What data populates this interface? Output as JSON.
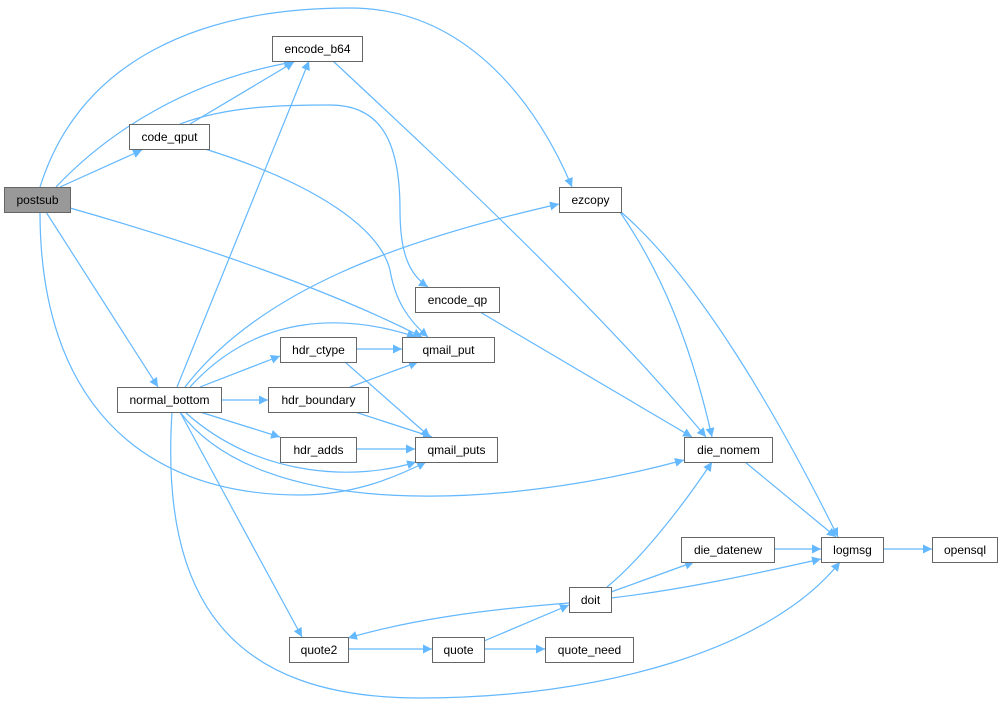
{
  "nodes": [
    {
      "id": "postsub",
      "label": "postsub",
      "root": true
    },
    {
      "id": "code_qput",
      "label": "code_qput"
    },
    {
      "id": "encode_b64",
      "label": "encode_b64"
    },
    {
      "id": "ezcopy",
      "label": "ezcopy"
    },
    {
      "id": "encode_qp",
      "label": "encode_qp"
    },
    {
      "id": "qmail_put",
      "label": "qmail_put"
    },
    {
      "id": "normal_bottom",
      "label": "normal_bottom"
    },
    {
      "id": "hdr_ctype",
      "label": "hdr_ctype"
    },
    {
      "id": "hdr_boundary",
      "label": "hdr_boundary"
    },
    {
      "id": "hdr_adds",
      "label": "hdr_adds"
    },
    {
      "id": "qmail_puts",
      "label": "qmail_puts"
    },
    {
      "id": "die_nomem",
      "label": "die_nomem"
    },
    {
      "id": "die_datenew",
      "label": "die_datenew"
    },
    {
      "id": "logmsg",
      "label": "logmsg"
    },
    {
      "id": "opensql",
      "label": "opensql"
    },
    {
      "id": "doit",
      "label": "doit"
    },
    {
      "id": "quote2",
      "label": "quote2"
    },
    {
      "id": "quote",
      "label": "quote"
    },
    {
      "id": "quote_need",
      "label": "quote_need"
    }
  ],
  "edges": [
    {
      "from": "postsub",
      "to": "encode_b64"
    },
    {
      "from": "postsub",
      "to": "ezcopy"
    },
    {
      "from": "postsub",
      "to": "code_qput"
    },
    {
      "from": "postsub",
      "to": "qmail_put"
    },
    {
      "from": "postsub",
      "to": "normal_bottom"
    },
    {
      "from": "postsub",
      "to": "qmail_puts"
    },
    {
      "from": "code_qput",
      "to": "encode_b64"
    },
    {
      "from": "code_qput",
      "to": "encode_qp"
    },
    {
      "from": "code_qput",
      "to": "qmail_put"
    },
    {
      "from": "encode_b64",
      "to": "die_nomem"
    },
    {
      "from": "ezcopy",
      "to": "die_nomem"
    },
    {
      "from": "ezcopy",
      "to": "logmsg"
    },
    {
      "from": "encode_qp",
      "to": "die_nomem"
    },
    {
      "from": "normal_bottom",
      "to": "encode_b64"
    },
    {
      "from": "normal_bottom",
      "to": "ezcopy"
    },
    {
      "from": "normal_bottom",
      "to": "qmail_put"
    },
    {
      "from": "normal_bottom",
      "to": "hdr_ctype"
    },
    {
      "from": "normal_bottom",
      "to": "hdr_boundary"
    },
    {
      "from": "normal_bottom",
      "to": "hdr_adds"
    },
    {
      "from": "normal_bottom",
      "to": "qmail_puts"
    },
    {
      "from": "normal_bottom",
      "to": "die_nomem"
    },
    {
      "from": "normal_bottom",
      "to": "quote2"
    },
    {
      "from": "normal_bottom",
      "to": "logmsg"
    },
    {
      "from": "hdr_ctype",
      "to": "qmail_put"
    },
    {
      "from": "hdr_ctype",
      "to": "qmail_puts"
    },
    {
      "from": "hdr_boundary",
      "to": "qmail_put"
    },
    {
      "from": "hdr_boundary",
      "to": "qmail_puts"
    },
    {
      "from": "hdr_adds",
      "to": "qmail_puts"
    },
    {
      "from": "die_nomem",
      "to": "logmsg"
    },
    {
      "from": "die_datenew",
      "to": "logmsg"
    },
    {
      "from": "logmsg",
      "to": "opensql"
    },
    {
      "from": "doit",
      "to": "die_nomem"
    },
    {
      "from": "doit",
      "to": "die_datenew"
    },
    {
      "from": "doit",
      "to": "logmsg"
    },
    {
      "from": "doit",
      "to": "quote2"
    },
    {
      "from": "quote2",
      "to": "quote"
    },
    {
      "from": "quote",
      "to": "doit"
    },
    {
      "from": "quote",
      "to": "quote_need"
    }
  ]
}
